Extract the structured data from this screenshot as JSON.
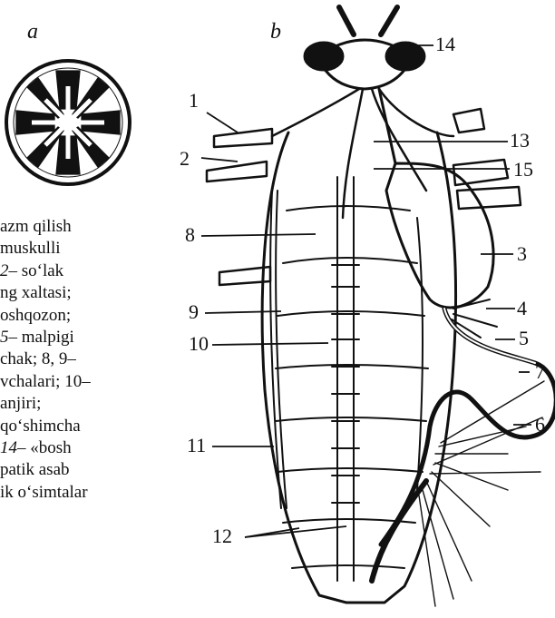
{
  "panel_labels": {
    "a": "a",
    "b": "b"
  },
  "part_numbers": [
    "1",
    "2",
    "3",
    "4",
    "5",
    "6",
    "7",
    "8",
    "9",
    "10",
    "11",
    "12",
    "13",
    "14",
    "15"
  ],
  "caption_lines": [
    {
      "n": "",
      "t": "azm qilish"
    },
    {
      "n": "",
      "t": "muskulli"
    },
    {
      "n": "2",
      "t": "– so‘lak"
    },
    {
      "n": "",
      "t": "ng xaltasi;"
    },
    {
      "n": "",
      "t": "oshqozon;"
    },
    {
      "n": "5",
      "t": "– malpigi"
    },
    {
      "n": "",
      "t": "chak; 8, 9–"
    },
    {
      "n": "",
      "t": "vchalari; 10–"
    },
    {
      "n": "",
      "t": "anjiri;"
    },
    {
      "n": "",
      "t": "qo‘shimcha"
    },
    {
      "n": "14",
      "t": "– «bosh"
    },
    {
      "n": "",
      "t": "patik asab"
    },
    {
      "n": "",
      "t": "ik o‘simtalar"
    }
  ]
}
